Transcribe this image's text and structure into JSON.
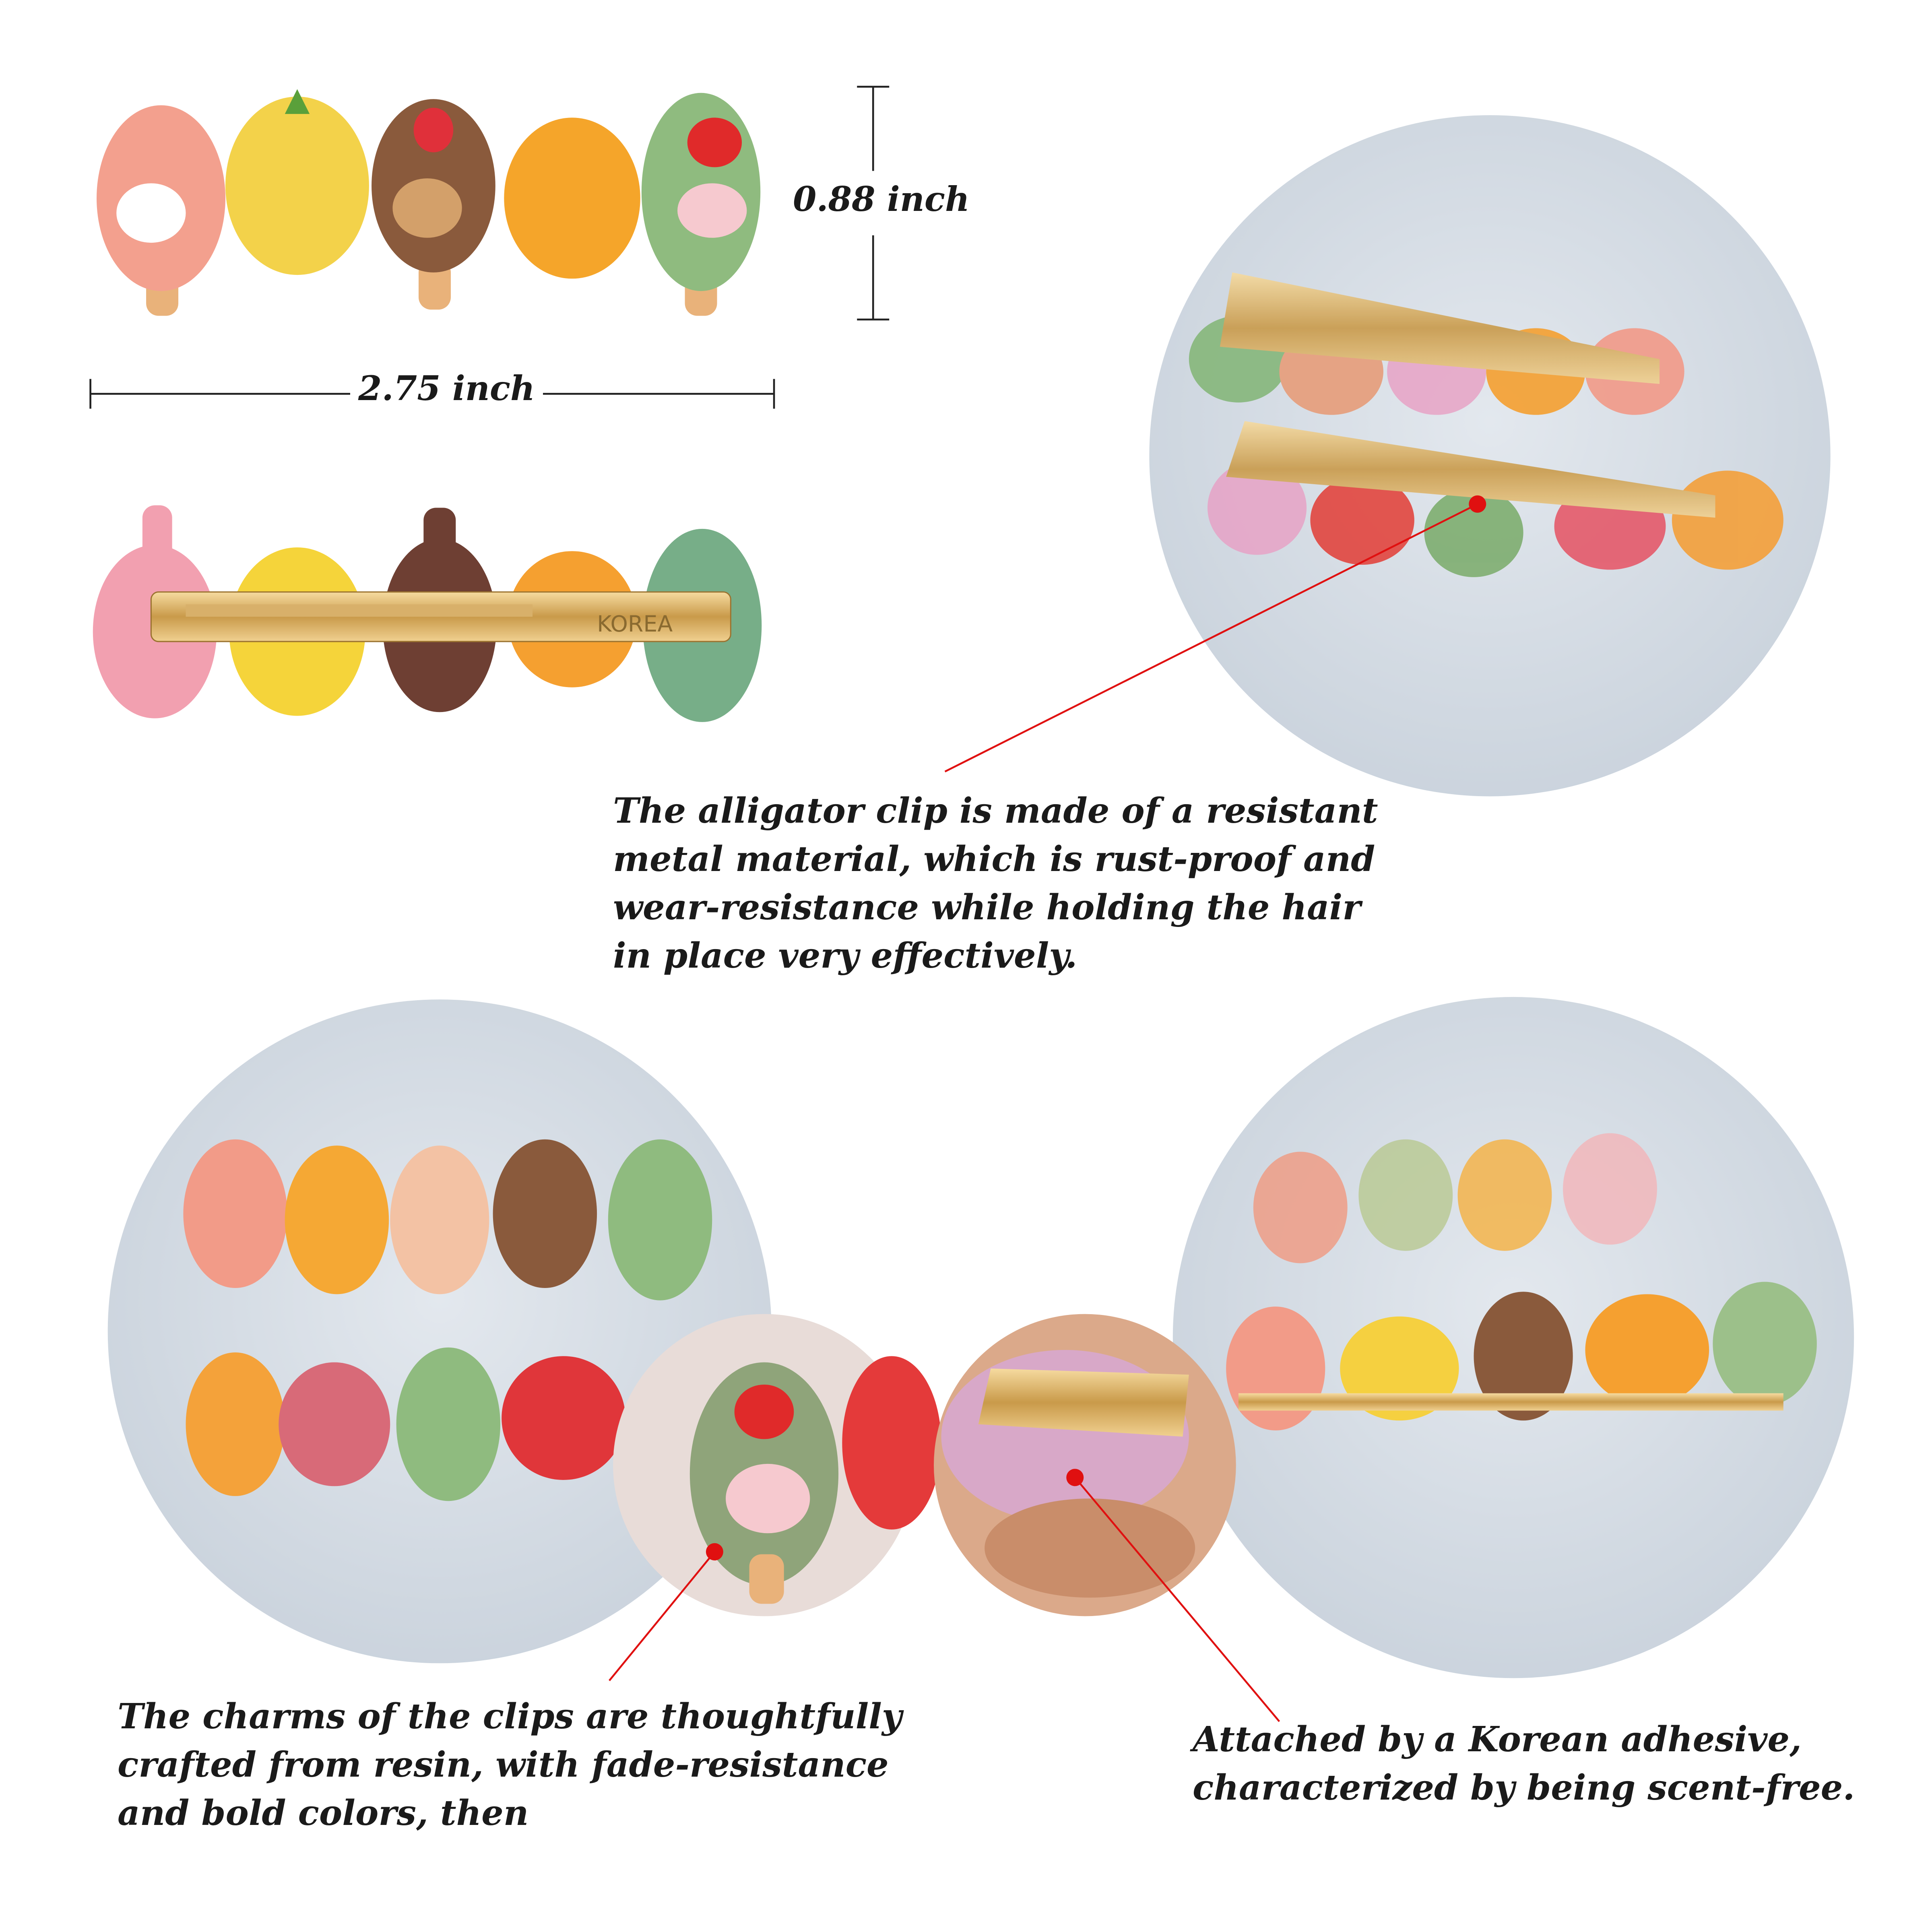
{
  "dimensions": {
    "height_label": "0.88 inch",
    "width_label": "2.75 inch"
  },
  "clip_stamp": "KOREA",
  "captions": {
    "alligator_clip": "The alligator clip is made of a resistant\nmetal material, which is rust-proof and\nwear-resistance while holding the hair\nin place very effectively.",
    "charms": "The charms of the clips are thoughtfully\ncrafted from resin, with fade-resistance\nand bold colors, then",
    "adhesive": "Attached by a Korean adhesive,\ncharacterized by being scent-free."
  },
  "colors": {
    "callout_line": "#e01010",
    "photo_bg": "#d6dde6"
  }
}
